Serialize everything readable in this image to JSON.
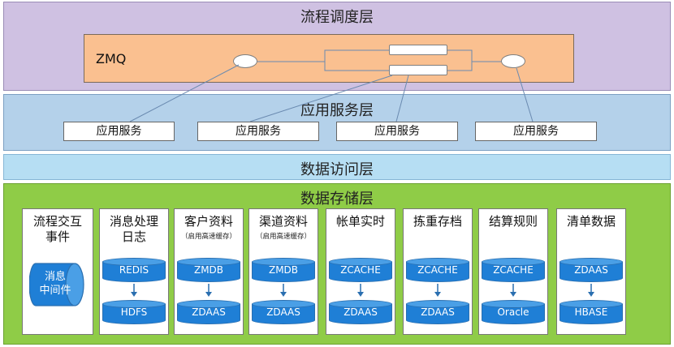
{
  "layers": {
    "flow": "流程调度层",
    "app": "应用服务层",
    "data_access": "数据访问层",
    "storage": "数据存储层"
  },
  "zmq_label": "ZMQ",
  "services": [
    "应用服务",
    "应用服务",
    "应用服务",
    "应用服务"
  ],
  "storage_columns": [
    {
      "title": "流程交互事件",
      "sub": "",
      "top": "",
      "bottom": ""
    },
    {
      "title": "消息处理日志",
      "sub": "",
      "top": "REDIS",
      "bottom": "HDFS"
    },
    {
      "title": "客户资料",
      "sub": "（启用高速缓存）",
      "top": "ZMDB",
      "bottom": "ZDAAS"
    },
    {
      "title": "渠道资料",
      "sub": "（启用高速缓存）",
      "top": "ZMDB",
      "bottom": "ZDAAS"
    },
    {
      "title": "帐单实时",
      "sub": "",
      "top": "ZCACHE",
      "bottom": "ZDAAS"
    },
    {
      "title": "拣重存档",
      "sub": "",
      "top": "ZCACHE",
      "bottom": "ZDAAS"
    },
    {
      "title": "结算规则",
      "sub": "",
      "top": "ZCACHE",
      "bottom": "Oracle"
    },
    {
      "title": "清单数据",
      "sub": "",
      "top": "ZDAAS",
      "bottom": "HBASE"
    }
  ],
  "mq_label": "消息\n中间件",
  "colors": {
    "flow_layer": "#cfc1e2",
    "app_layer": "#b4d1ea",
    "data_access_layer": "#b6def3",
    "storage_layer": "#8fcc47",
    "zmq_box": "#fac090",
    "db": "#1f7fd6"
  }
}
